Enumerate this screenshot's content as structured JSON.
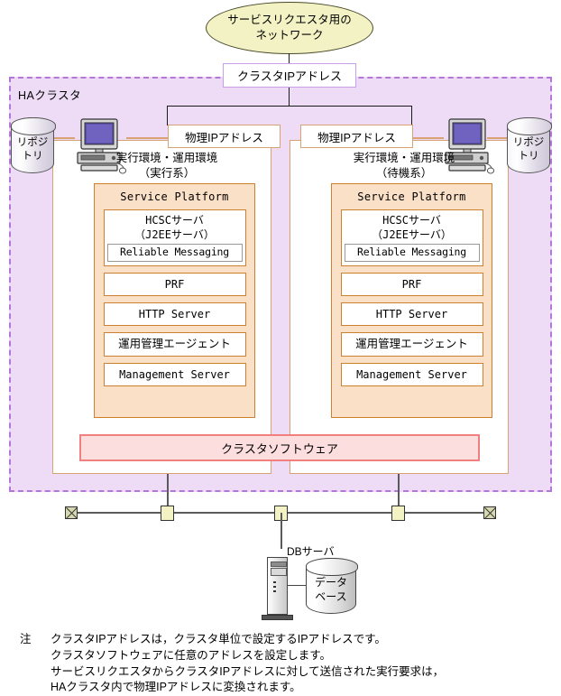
{
  "diagram": {
    "network_ellipse": "サービスリクエスタ用の\nネットワーク",
    "network_ellipse_line1": "サービスリクエスタ用の",
    "network_ellipse_line2": "ネットワーク",
    "cluster_ip_label": "クラスタIPアドレス",
    "ha_cluster_label": "HAクラスタ",
    "cluster_software_label": "クラスタソフトウェア",
    "repository_label_line1": "リポジ",
    "repository_label_line2": "トリ",
    "physical_ip_label": "物理IPアドレス",
    "env_active_line1": "実行環境・運用環境",
    "env_active_line2": "（実行系）",
    "env_standby_line1": "実行環境・運用環境",
    "env_standby_line2": "（待機系）",
    "service_platform_title": "Service Platform",
    "hcsc_line1": "HCSCサーバ",
    "hcsc_line2": "（J2EEサーバ）",
    "reliable_messaging": "Reliable Messaging",
    "prf": "PRF",
    "http_server": "HTTP Server",
    "ops_agent": "運用管理エージェント",
    "management_server": "Management Server",
    "db_server_label": "DBサーバ",
    "database_line1": "データ",
    "database_line2": "ベース"
  },
  "footnote": {
    "marker": "注",
    "lines": [
      "クラスタIPアドレスは，クラスタ単位で設定するIPアドレスです。",
      "クラスタソフトウェアに任意のアドレスを設定します。",
      "サービスリクエスタからクラスタIPアドレスに対して送信された実行要求は，",
      "HAクラスタ内で物理IPアドレスに変換されます。"
    ]
  },
  "colors": {
    "ha_cluster_fill": "#eedcf7",
    "ha_cluster_border": "#b377d9",
    "ellipse_fill": "#f2f2c4",
    "node_border": "#d9a273",
    "service_platform_fill": "#fbe0c8",
    "service_platform_border": "#cd7f32",
    "cluster_software_fill": "#fddede",
    "cluster_software_border": "#f08080",
    "bus_node_fill": "#f2f2c4",
    "line_color": "#5a5a5a"
  }
}
